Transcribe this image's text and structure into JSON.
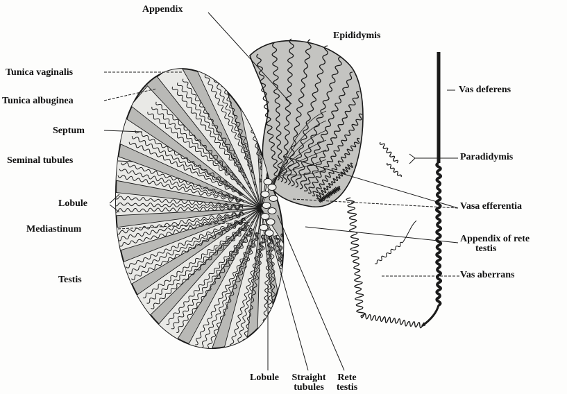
{
  "labels": {
    "appendix": "Appendix",
    "epididymis": "Epididymis",
    "tunica_vaginalis": "Tunica vaginalis",
    "tunica_albuginea": "Tunica albuginea",
    "septum": "Septum",
    "seminal_tubules": "Seminal tubules",
    "lobule_left": "Lobule",
    "mediastinum": "Mediastinum",
    "testis": "Testis",
    "vas_deferens": "Vas deferens",
    "paradidymis": "Paradidymis",
    "vasa_efferentia": "Vasa efferentia",
    "appendix_rete_line1": "Appendix of rete",
    "appendix_rete_line2": "testis",
    "vas_aberrans": "Vas aberrans",
    "lobule_bottom": "Lobule",
    "straight_line1": "Straight",
    "straight_line2": "tubules",
    "rete_line1": "Rete",
    "rete_line2": "testis"
  },
  "colors": {
    "ink": "#1a1a1a",
    "testis_fill": "#b9b9b6",
    "lobule_fill": "#e9e9e6",
    "epididymis_fill": "#c4c4c1",
    "background": "#fdfdfc"
  }
}
